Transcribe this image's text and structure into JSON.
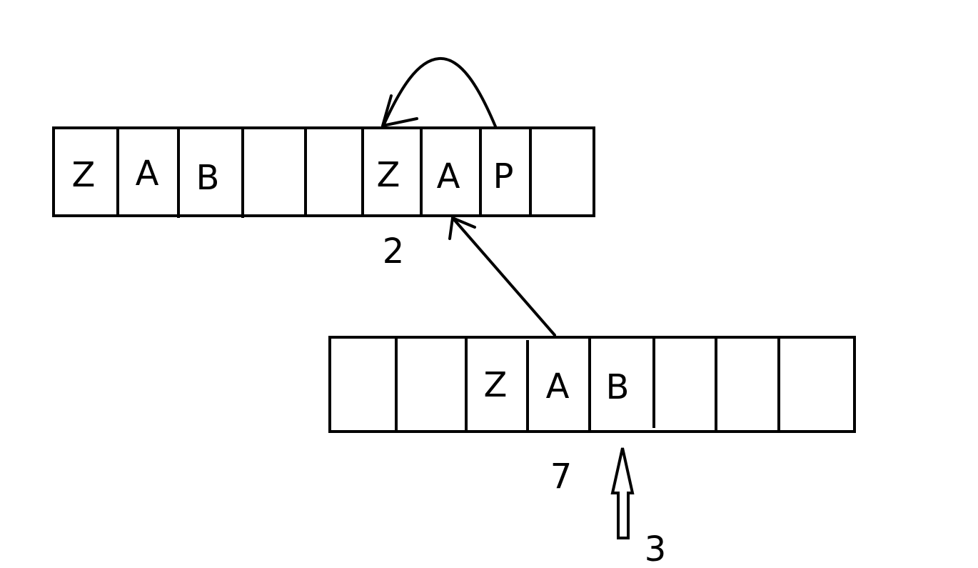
{
  "top_array": {
    "cells": [
      "Z",
      "A",
      "B",
      "",
      "",
      "Z",
      "A",
      "P",
      ""
    ],
    "label": "2"
  },
  "bottom_array": {
    "cells": [
      "",
      "",
      "Z",
      "A",
      "B",
      "",
      "",
      ""
    ],
    "label": "7"
  },
  "pointer_label": "3"
}
